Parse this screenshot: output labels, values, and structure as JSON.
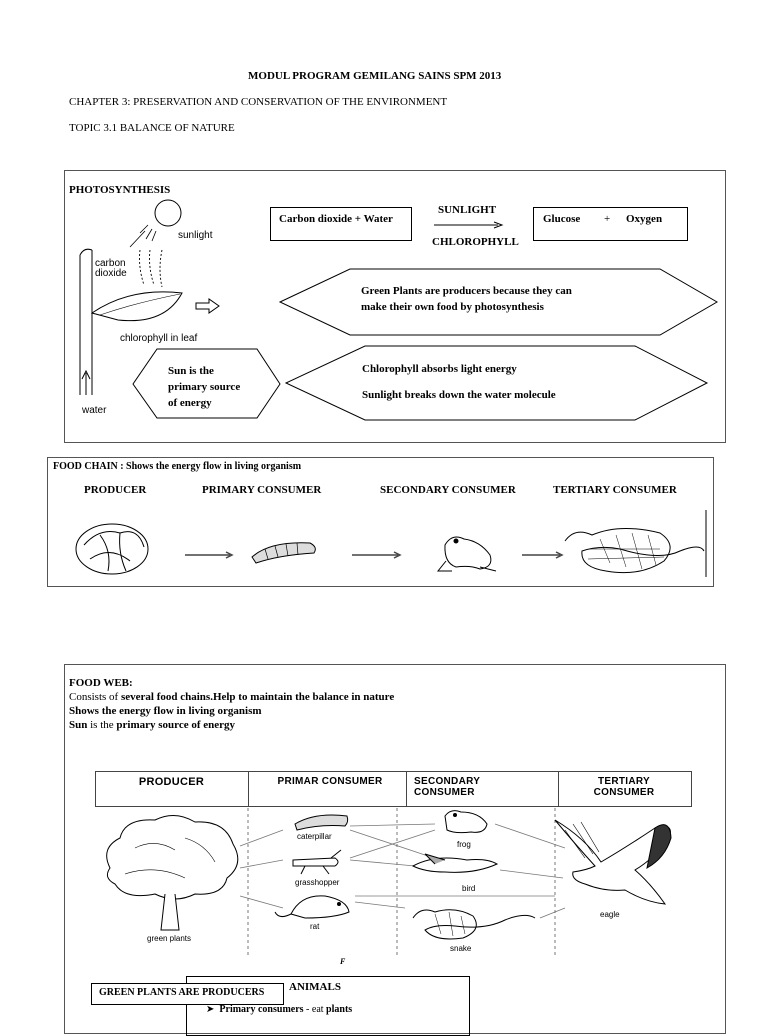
{
  "header": {
    "title": "MODUL PROGRAM GEMILANG  SAINS SPM 2013",
    "chapter": "CHAPTER 3: PRESERVATION AND CONSERVATION OF THE ENVIRONMENT",
    "topic": "TOPIC  3.1 BALANCE OF NATURE"
  },
  "photosynthesis": {
    "heading": "PHOTOSYNTHESIS",
    "diagram_labels": {
      "sunlight": "sunlight",
      "carbon_dioxide_1": "carbon",
      "carbon_dioxide_2": "dioxide",
      "chlorophyll": "chlorophyll in leaf",
      "water": "water"
    },
    "reactants": "Carbon dioxide + Water",
    "arrow_top": "SUNLIGHT",
    "arrow_bottom": "CHLOROPHYLL",
    "product_1": "Glucose",
    "plus": "+",
    "product_2": "Oxygen",
    "producers_line1": "Green Plants are producers because they can",
    "producers_line2": "make their own food by photosynthesis",
    "sun_line1": "Sun is the",
    "sun_line2": "primary source",
    "sun_line3": "of energy",
    "chl_line1": "Chlorophyll absorbs light energy",
    "chl_line2": "Sunlight breaks down the water molecule"
  },
  "food_chain": {
    "heading": "FOOD CHAIN : Shows the energy flow in living organism",
    "stages": [
      "PRODUCER",
      "PRIMARY CONSUMER",
      "SECONDARY CONSUMER",
      "TERTIARY CONSUMER"
    ]
  },
  "food_web": {
    "heading": "FOOD WEB:",
    "line1_pre": "Consists of ",
    "line1_bold": "several food chains.Help to maintain the balance in nature",
    "line2": "Shows the energy flow in living organism",
    "line3_pre": "Sun",
    "line3_mid": " is the ",
    "line3_bold": "primary source of energy",
    "columns": [
      "PRODUCER",
      "PRIMAR  CONSUMER",
      "SECONDARY CONSUMER",
      "TERTIARY CONSUMER"
    ],
    "organisms": {
      "green_plants": "green plants",
      "caterpillar": "caterpillar",
      "grasshopper": "grasshopper",
      "rat": "rat",
      "frog": "frog",
      "bird": "bird",
      "snake": "snake",
      "eagle": "eagle"
    },
    "footnote": "F"
  },
  "bottom": {
    "green_plants_label": "GREEN PLANTS ARE PRODUCERS",
    "animals_heading": "ANIMALS",
    "primary_bold": "Primary consumers",
    "primary_rest": " - eat ",
    "primary_tail": "plants"
  }
}
